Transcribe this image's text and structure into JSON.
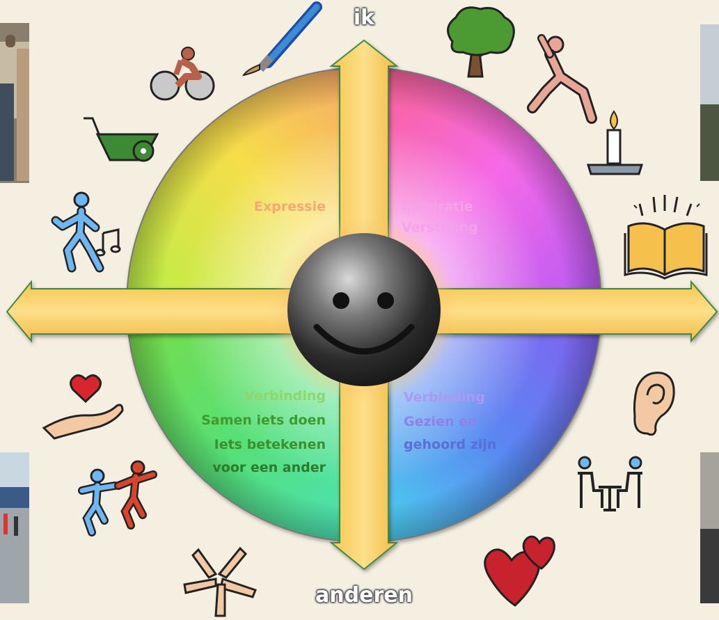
{
  "axes": {
    "top_label": "ik",
    "bottom_label": "anderen"
  },
  "quadrants": {
    "top_left": [
      "Expressie"
    ],
    "top_right": [
      "Inspiratie",
      "Verstilling"
    ],
    "bottom_left": [
      "Verbinding",
      "Samen iets doen",
      "Iets betekenen",
      "voor een ander"
    ],
    "bottom_right": [
      "Verbinding",
      "Gezien en",
      "gehoord zijn"
    ]
  },
  "colors": {
    "arrow_fill": "#fbd46b",
    "arrow_stroke": "#e0a63a",
    "label_top": "#f7b27a",
    "label_right": "#f49ae8",
    "label_bl": "#6ec24c",
    "label_br": "#a99af2",
    "smiley": "#4a4a4a",
    "background": "#f5efe2"
  },
  "icons": [
    "cyclist-icon",
    "paintbrush-icon",
    "tree-icon",
    "yoga-icon",
    "candle-icon",
    "wheelbarrow-icon",
    "open-book-icon",
    "dancer-icon",
    "music-note-icon",
    "hand-heart-icon",
    "ear-icon",
    "dancing-couple-icon",
    "two-people-talking-icon",
    "hands-circle-icon",
    "hearts-icon",
    "smiley-face-icon"
  ]
}
